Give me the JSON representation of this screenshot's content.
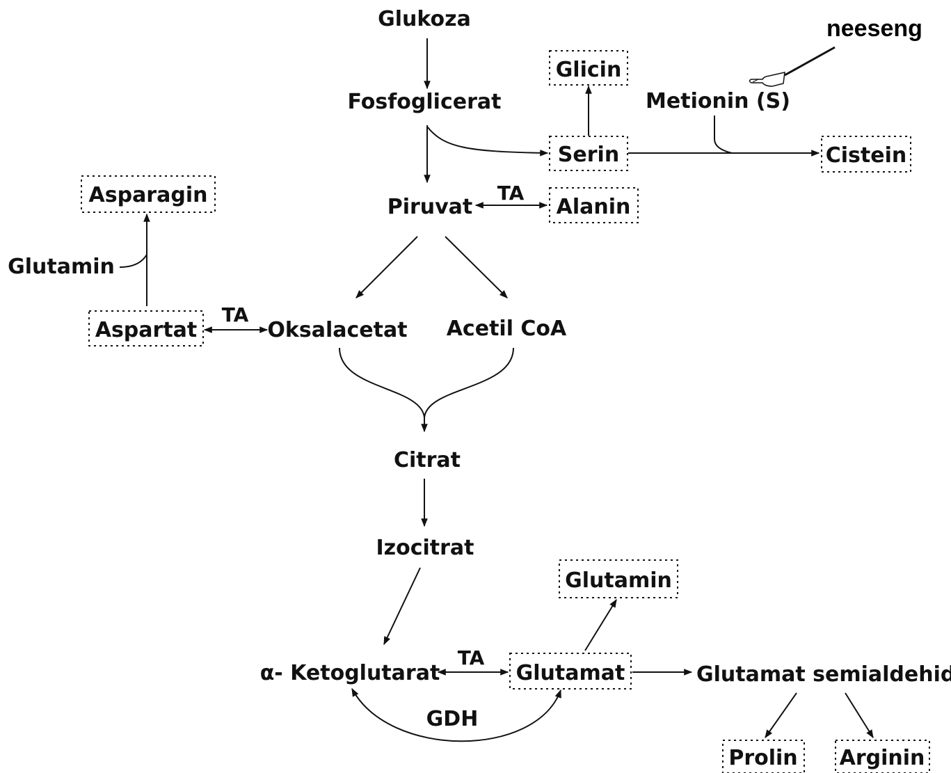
{
  "header_text": "neeseng",
  "nodes": {
    "glukoza": "Glukoza",
    "fosfoglicerat": "Fosfoglicerat",
    "glicin": "Glicin",
    "metionin": "Metionin (S)",
    "serin": "Serin",
    "cistein": "Cistein",
    "asparagin": "Asparagin",
    "piruvat": "Piruvat",
    "alanin": "Alanin",
    "glutamin_left": "Glutamin",
    "aspartat": "Aspartat",
    "oksalacetat": "Oksalacetat",
    "acetil_coa": "Acetil CoA",
    "citrat": "Citrat",
    "izocitrat": "Izocitrat",
    "glutamin_right": "Glutamin",
    "ketoglutarat": "α- Ketoglutarat",
    "glutamat": "Glutamat",
    "glutamat_semialdehid": "Glutamat semialdehid",
    "prolin": "Prolin",
    "arginin": "Arginin"
  },
  "enzymes": {
    "ta_piruvat": "TA",
    "ta_aspartat": "TA",
    "ta_ketoglutarat": "TA",
    "gdh": "GDH"
  },
  "icons": {
    "pointer": "pointing-hand-icon"
  },
  "colors": {
    "ink": "#111111",
    "background": "#ffffff"
  }
}
